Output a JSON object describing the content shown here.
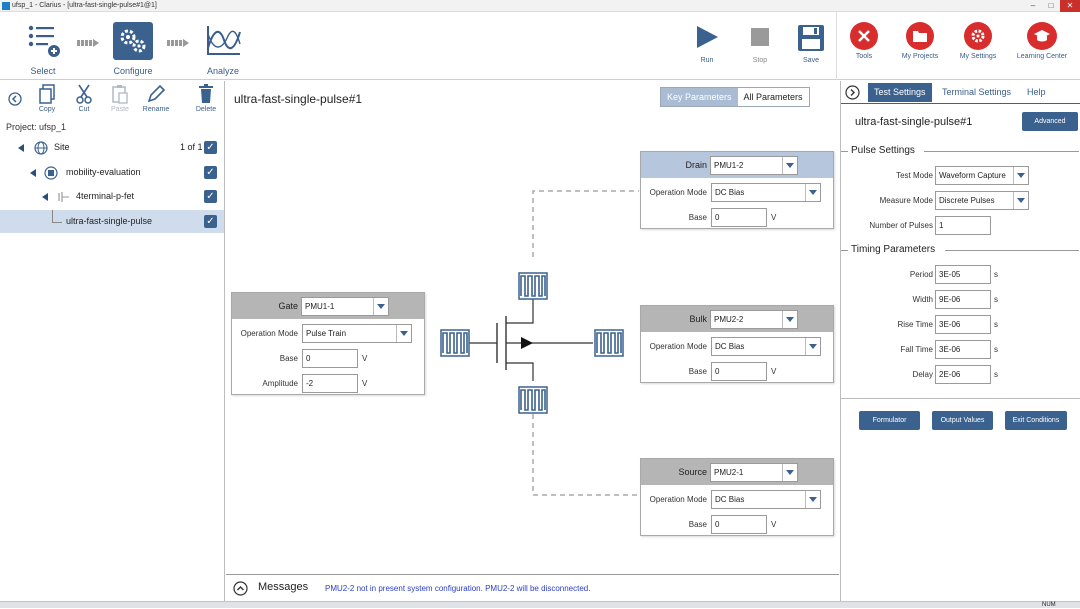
{
  "window": {
    "title": "ufsp_1 - Clarius - [ultra-fast-single-pulse#1@1]"
  },
  "toolbar": {
    "select_label": "Select",
    "configure_label": "Configure",
    "analyze_label": "Analyze",
    "run_label": "Run",
    "stop_label": "Stop",
    "save_label": "Save",
    "tools_label": "Tools",
    "my_projects_label": "My Projects",
    "my_settings_label": "My Settings",
    "learning_center_label": "Learning Center"
  },
  "left": {
    "copy_label": "Copy",
    "cut_label": "Cut",
    "paste_label": "Paste",
    "rename_label": "Rename",
    "delete_label": "Delete",
    "project_label": "Project: ufsp_1",
    "tree": [
      {
        "label": "Site",
        "count": "1 of 1"
      },
      {
        "label": "mobility-evaluation"
      },
      {
        "label": "4terminal-p-fet"
      },
      {
        "label": "ultra-fast-single-pulse"
      }
    ]
  },
  "center": {
    "title": "ultra-fast-single-pulse#1",
    "seg_key": "Key Parameters",
    "seg_all": "All Parameters",
    "gate": {
      "name": "Gate",
      "instrument": "PMU1-1",
      "op_mode_label": "Operation Mode",
      "op_mode": "Pulse Train",
      "base_label": "Base",
      "base": "0",
      "base_unit": "V",
      "amp_label": "Amplitude",
      "amp": "-2",
      "amp_unit": "V"
    },
    "drain": {
      "name": "Drain",
      "instrument": "PMU1-2",
      "op_mode_label": "Operation Mode",
      "op_mode": "DC Bias",
      "base_label": "Base",
      "base": "0",
      "base_unit": "V"
    },
    "bulk": {
      "name": "Bulk",
      "instrument": "PMU2-2",
      "op_mode_label": "Operation Mode",
      "op_mode": "DC Bias",
      "base_label": "Base",
      "base": "0",
      "base_unit": "V"
    },
    "source": {
      "name": "Source",
      "instrument": "PMU2-1",
      "op_mode_label": "Operation Mode",
      "op_mode": "DC Bias",
      "base_label": "Base",
      "base": "0",
      "base_unit": "V"
    }
  },
  "messages": {
    "title": "Messages",
    "text": "PMU2-2 not in present system configuration. PMU2-2 will be disconnected."
  },
  "right": {
    "tab_test": "Test Settings",
    "tab_terminal": "Terminal Settings",
    "tab_help": "Help",
    "test_name": "ultra-fast-single-pulse#1",
    "advanced": "Advanced",
    "pulse_settings": "Pulse Settings",
    "test_mode_label": "Test Mode",
    "test_mode": "Waveform Capture",
    "measure_mode_label": "Measure Mode",
    "measure_mode": "Discrete Pulses",
    "num_pulses_label": "Number of Pulses",
    "num_pulses": "1",
    "timing": "Timing Parameters",
    "period_label": "Period",
    "period": "3E-05",
    "width_label": "Width",
    "width": "9E-06",
    "rise_label": "Rise Time",
    "rise": "3E-06",
    "fall_label": "Fall Time",
    "fall": "3E-06",
    "delay_label": "Delay",
    "delay": "2E-06",
    "unit_s": "s",
    "formulator": "Formulator",
    "output_values": "Output Values",
    "exit_conditions": "Exit Conditions"
  },
  "status": {
    "num": "NUM"
  },
  "colors": {
    "accent": "#3b628f",
    "header_gray": "#b5b5b5",
    "header_blue": "#b6c7dd",
    "tool_red": "#d92c2c",
    "message_blue": "#2a40c8"
  }
}
